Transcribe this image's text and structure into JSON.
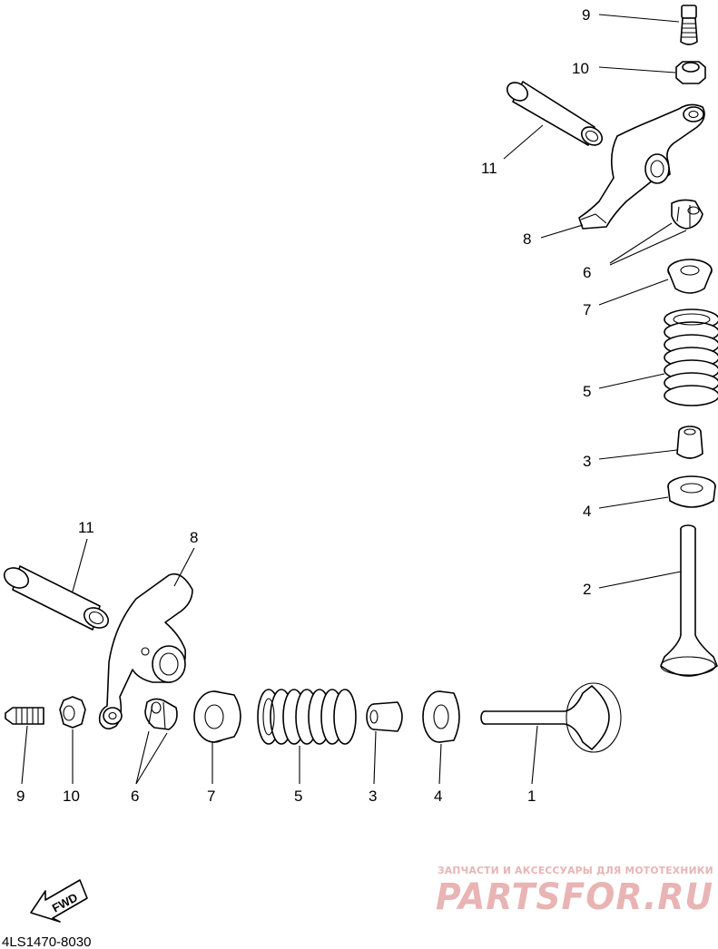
{
  "callouts": {
    "right": {
      "p9": "9",
      "p10": "10",
      "p11": "11",
      "p8": "8",
      "p6": "6",
      "p7": "7",
      "p5": "5",
      "p3": "3",
      "p4": "4",
      "p2": "2"
    },
    "left": {
      "p11": "11",
      "p8": "8",
      "p9": "9",
      "p10": "10",
      "p6": "6",
      "p7": "7",
      "p5": "5",
      "p3": "3",
      "p4": "4",
      "p1": "1"
    }
  },
  "fwd_label": "FWD",
  "diagram_code": "4LS1470-8030",
  "watermark": {
    "tagline": "ЗАПЧАСТИ И АКСЕССУАРЫ ДЛЯ МОТОТЕХНИКИ",
    "brand": "PARTSFOR.RU",
    "color": "#e8b4b4"
  }
}
